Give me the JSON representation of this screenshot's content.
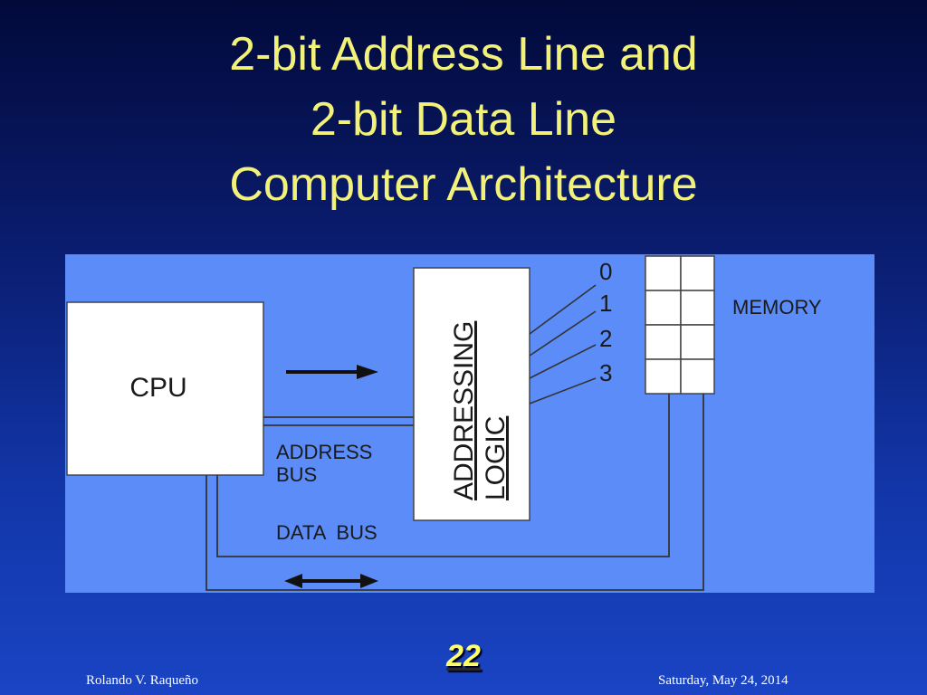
{
  "slide": {
    "title_lines": [
      "2-bit Address Line and",
      "2-bit Data Line",
      "Computer Architecture"
    ],
    "page_number": "22",
    "footer_author": "Rolando V. Raqueño",
    "footer_date": "Saturday, May 24, 2014"
  },
  "diagram": {
    "cpu_label": "CPU",
    "addressing_logic_lines": [
      "ADDRESSING",
      "LOGIC"
    ],
    "address_lines": [
      "0",
      "1",
      "2",
      "3"
    ],
    "memory_label": "MEMORY",
    "memory_rows": 4,
    "memory_columns": 2,
    "address_bus_lines": [
      "ADDRESS",
      "BUS"
    ],
    "data_bus_label": "DATA  BUS"
  },
  "colors": {
    "title": "#f2f27a",
    "diagram_background": "#5b8cf7",
    "box_fill": "#ffffff",
    "line_stroke": "#1a1a1a",
    "page_number": "#ffff66"
  }
}
